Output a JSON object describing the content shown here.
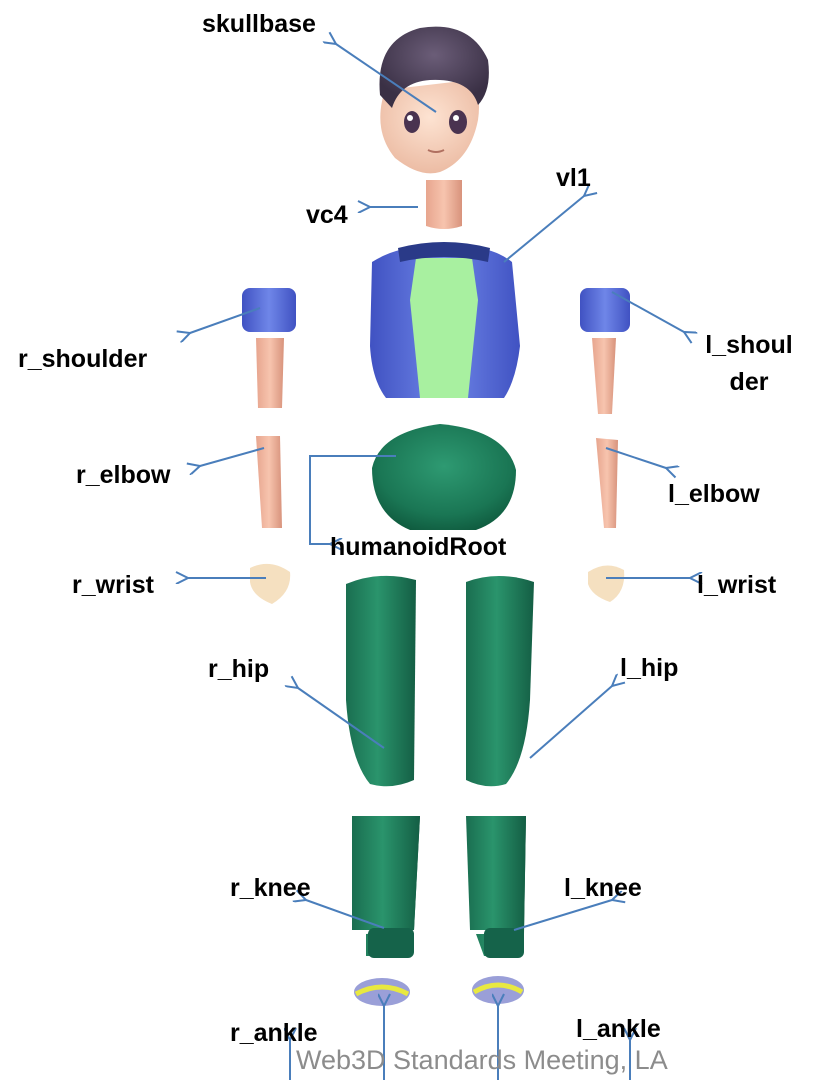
{
  "labels": {
    "skullbase": "skullbase",
    "vc4": "vc4",
    "vl1": "vl1",
    "r_shoulder": "r_shoulder",
    "l_shoulder_line1": "l_shoul",
    "l_shoulder_line2": "der",
    "r_elbow": "r_elbow",
    "l_elbow": "l_elbow",
    "humanoidRoot": "humanoidRoot",
    "r_wrist": "r_wrist",
    "l_wrist": "l_wrist",
    "r_hip": "r_hip",
    "l_hip": "l_hip",
    "r_knee": "r_knee",
    "l_knee": "l_knee",
    "r_ankle": "r_ankle",
    "l_ankle": "l_ankle"
  },
  "footer": "Web3D Standards Meeting, LA",
  "colors": {
    "arrow": "#4a7ebb",
    "hair": "#4a3f55",
    "skin": "#f0b8a0",
    "jacket": "#5a6fd0",
    "shirt": "#a8f0a0",
    "pants": "#1d7a5a",
    "text": "#000000",
    "footer_text": "#8c8c8c"
  }
}
